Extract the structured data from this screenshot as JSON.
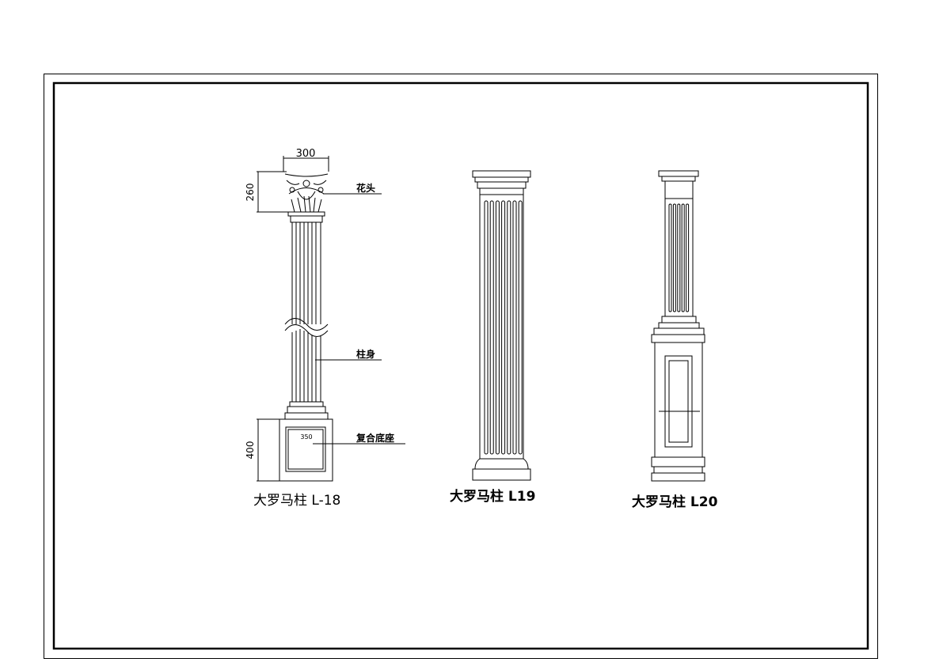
{
  "columns": [
    {
      "title": "大罗马柱 L-18",
      "dim_width": "300",
      "dim_capital_height": "260",
      "dim_base_height": "400",
      "dim_base_inner": "350",
      "labels": {
        "capital": "花头",
        "shaft": "柱身",
        "base": "复合底座"
      }
    },
    {
      "title": "大罗马柱 L19"
    },
    {
      "title": "大罗马柱 L20"
    }
  ]
}
